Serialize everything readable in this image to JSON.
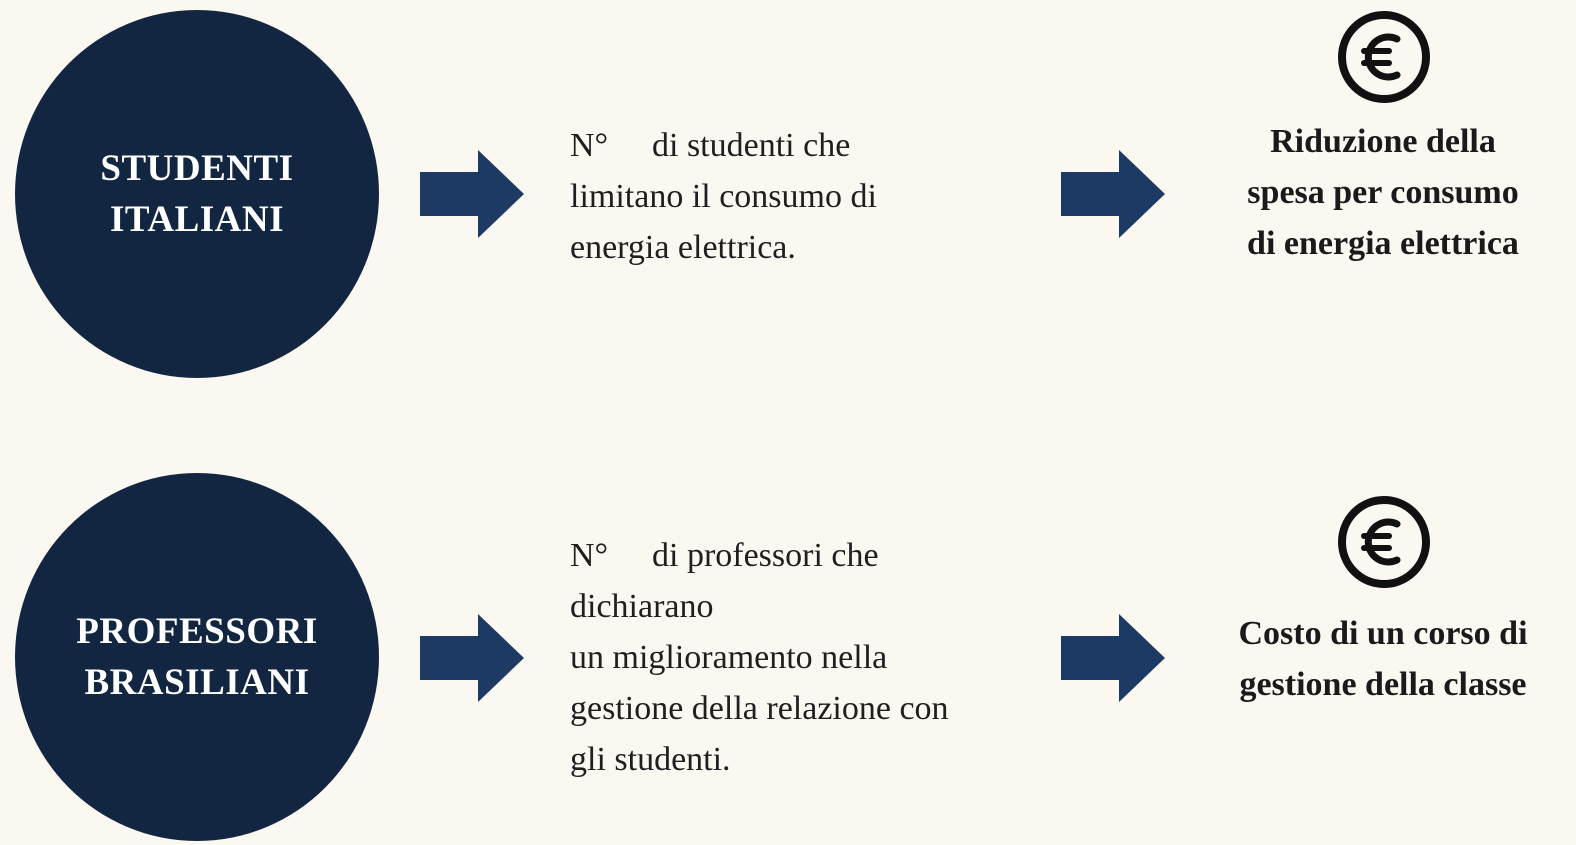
{
  "colors": {
    "background": "#fbf7f1",
    "circle": "#132641",
    "arrow": "#1c3a63",
    "text": "#1f1f1f",
    "icon": "#111111"
  },
  "rows": [
    {
      "group": [
        "STUDENTI",
        "ITALIANI"
      ],
      "metric_prefix": "N°",
      "metric_lines": [
        "di studenti che",
        "limitano il consumo di",
        "energia elettrica."
      ],
      "icon": "euro-coin-icon",
      "outcome_lines": [
        "Riduzione della",
        "spesa per consumo",
        "di energia elettrica"
      ]
    },
    {
      "group": [
        "PROFESSORI",
        "BRASILIANI"
      ],
      "metric_prefix": "N°",
      "metric_lines": [
        "di professori che",
        "dichiarano",
        "un miglioramento nella",
        "gestione della relazione con",
        "gli studenti."
      ],
      "icon": "euro-coin-icon",
      "outcome_lines": [
        "Costo di un corso di",
        "gestione della classe"
      ]
    }
  ]
}
